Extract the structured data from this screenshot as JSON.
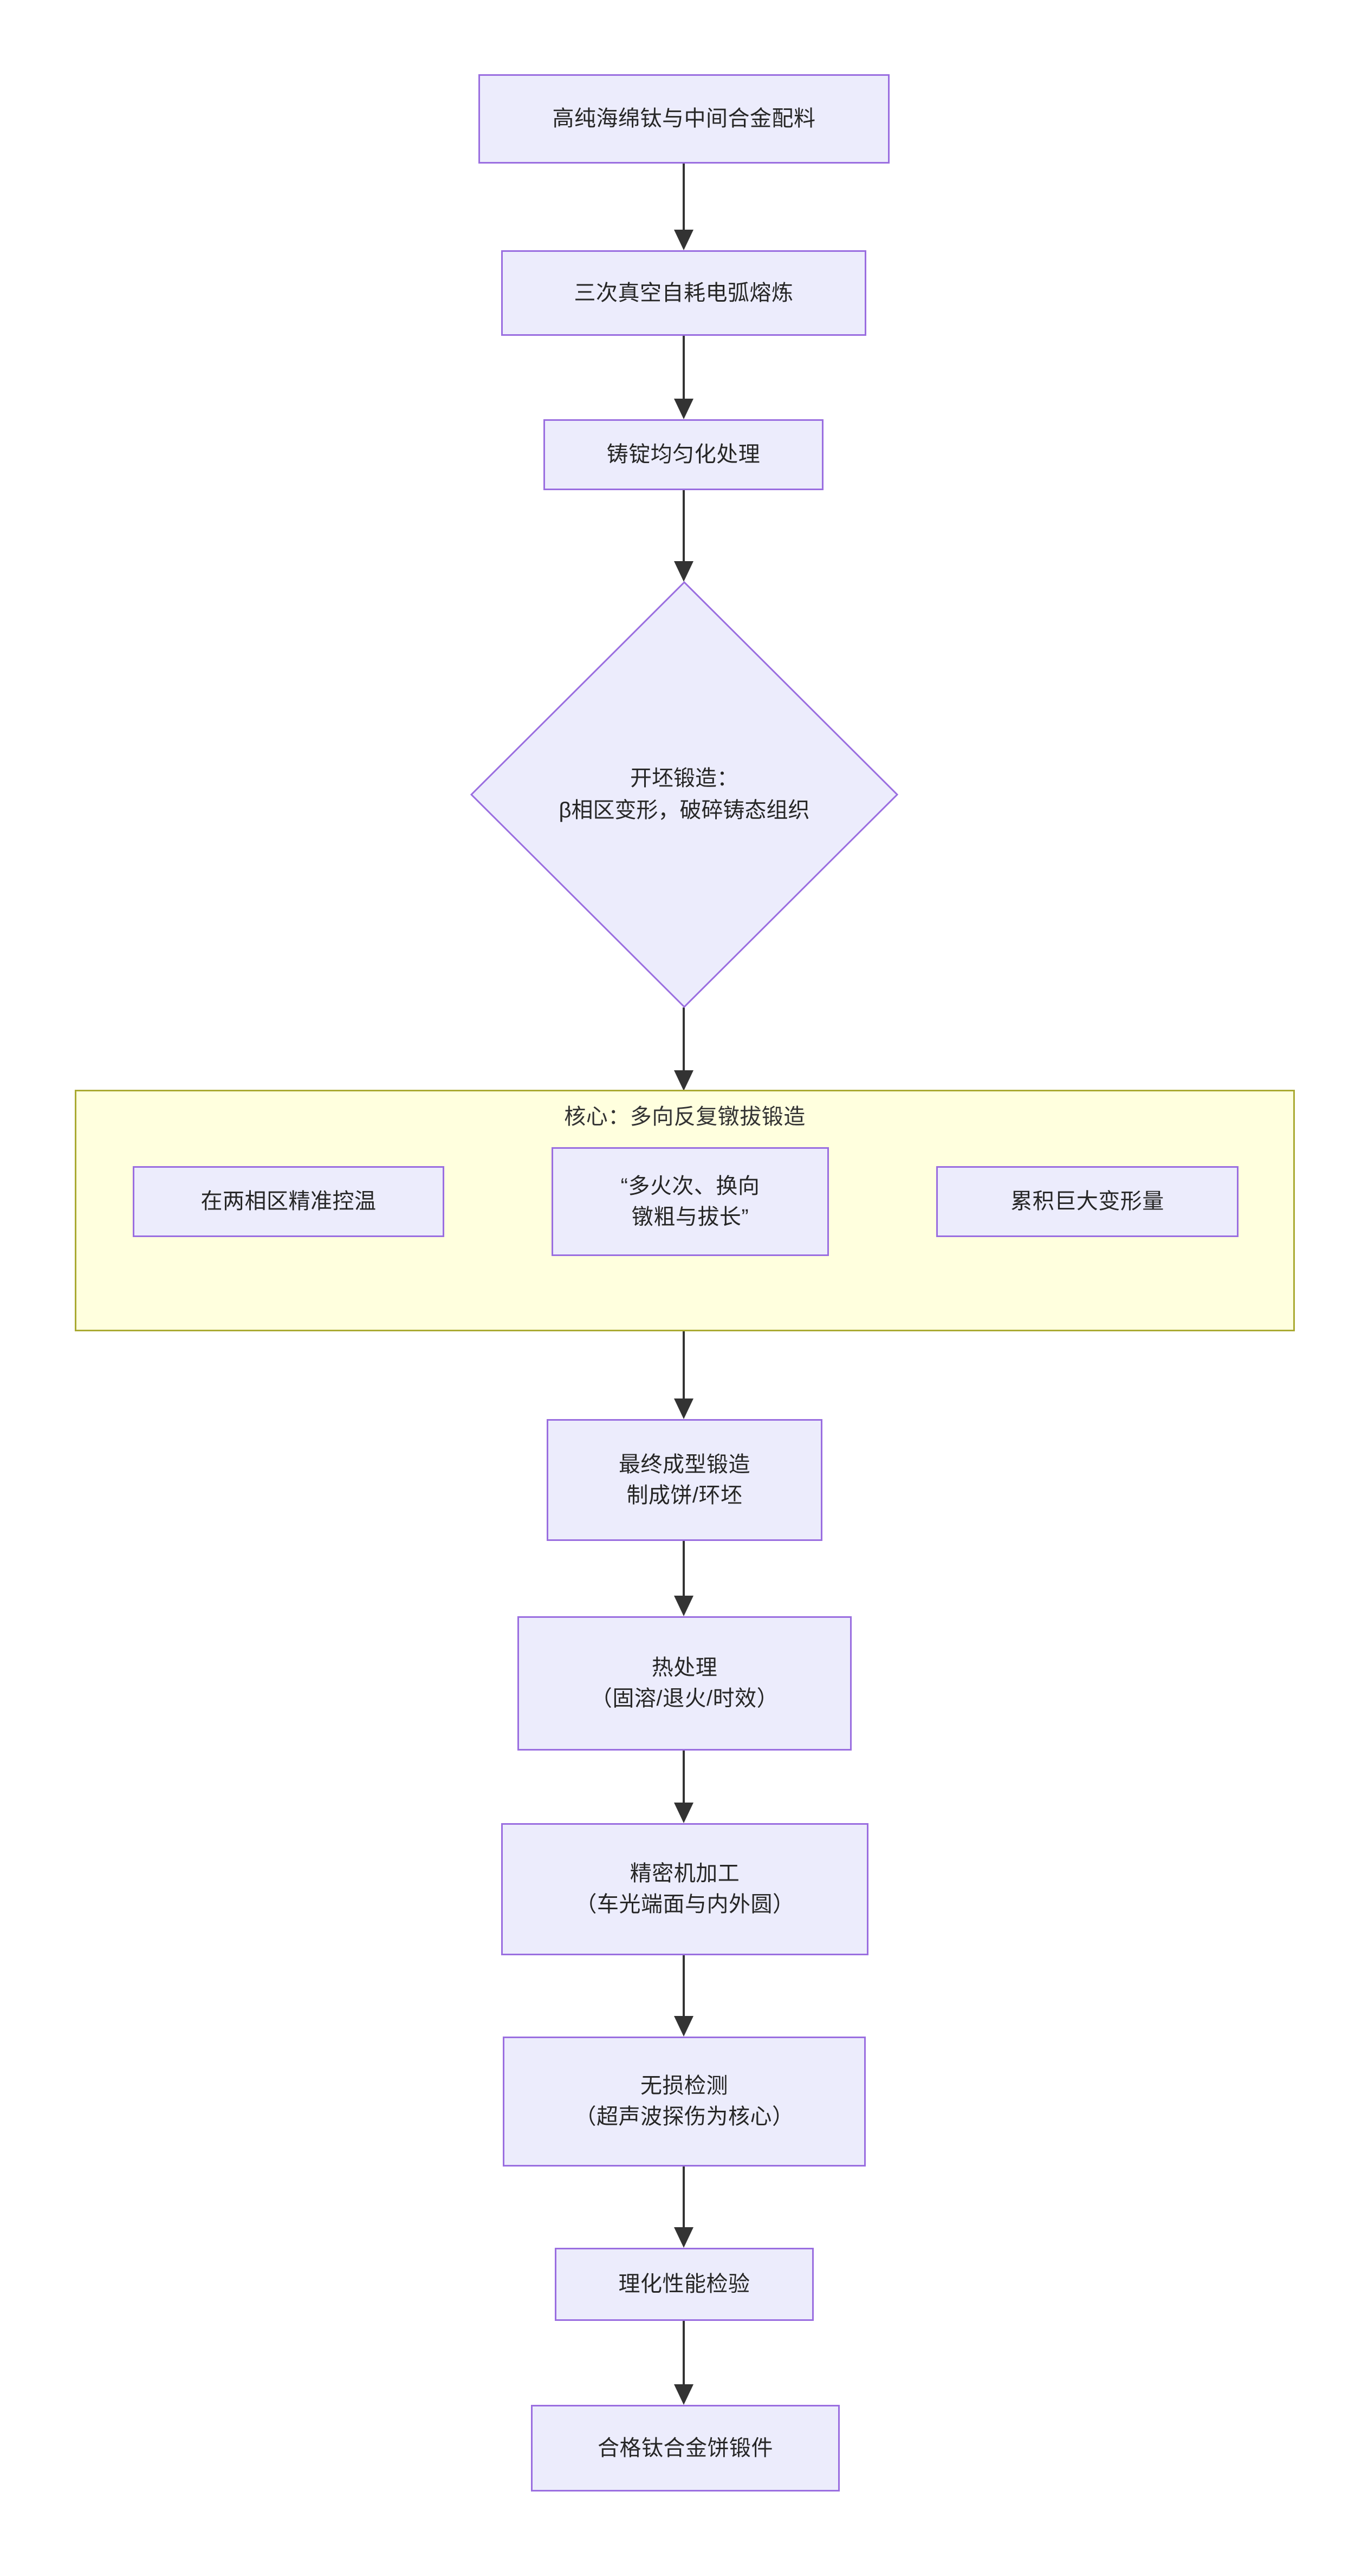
{
  "diagram": {
    "type": "flowchart",
    "orientation": "top-to-bottom",
    "title_text_present": false,
    "colors": {
      "node_fill": "#ececfc",
      "node_border": "#9a6ee0",
      "cluster_fill": "#ffffde",
      "cluster_border": "#aaaa33",
      "edge": "#333333",
      "text": "#262626",
      "background": "#ffffff"
    }
  },
  "nodes": {
    "raw_material": "高纯海绵钛与中间合金配料",
    "melting": "三次真空自耗电弧熔炼",
    "homogenize": "铸锭均匀化处理",
    "cogging": "开坯锻造：\nβ相区变形，破碎铸态组织",
    "temperature_control": "在两相区精准控温",
    "multi_fire": "“多火次、换向\n镦粗与拔长”",
    "accumulated_strain": "累积巨大变形量",
    "final_forging": "最终成型锻造\n制成饼/环坯",
    "heat_treatment": "热处理\n（固溶/退火/时效）",
    "machining": "精密机加工\n（车光端面与内外圆）",
    "ndt": "无损检测\n（超声波探伤为核心）",
    "physical_test": "理化性能检验",
    "final_product": "合格钛合金饼锻件"
  },
  "cluster": {
    "title": "核心：多向反复镦拔锻造"
  },
  "edges": [
    {
      "from": "raw_material",
      "to": "melting",
      "label": ""
    },
    {
      "from": "melting",
      "to": "homogenize",
      "label": ""
    },
    {
      "from": "homogenize",
      "to": "cogging",
      "label": ""
    },
    {
      "from": "cogging",
      "to": "cluster",
      "label": ""
    },
    {
      "from": "temperature_control",
      "to": "multi_fire",
      "label": ""
    },
    {
      "from": "multi_fire",
      "to": "accumulated_strain",
      "label": ""
    },
    {
      "from": "cluster",
      "to": "final_forging",
      "label": ""
    },
    {
      "from": "final_forging",
      "to": "heat_treatment",
      "label": ""
    },
    {
      "from": "heat_treatment",
      "to": "machining",
      "label": ""
    },
    {
      "from": "machining",
      "to": "ndt",
      "label": ""
    },
    {
      "from": "ndt",
      "to": "physical_test",
      "label": ""
    },
    {
      "from": "physical_test",
      "to": "final_product",
      "label": ""
    }
  ]
}
